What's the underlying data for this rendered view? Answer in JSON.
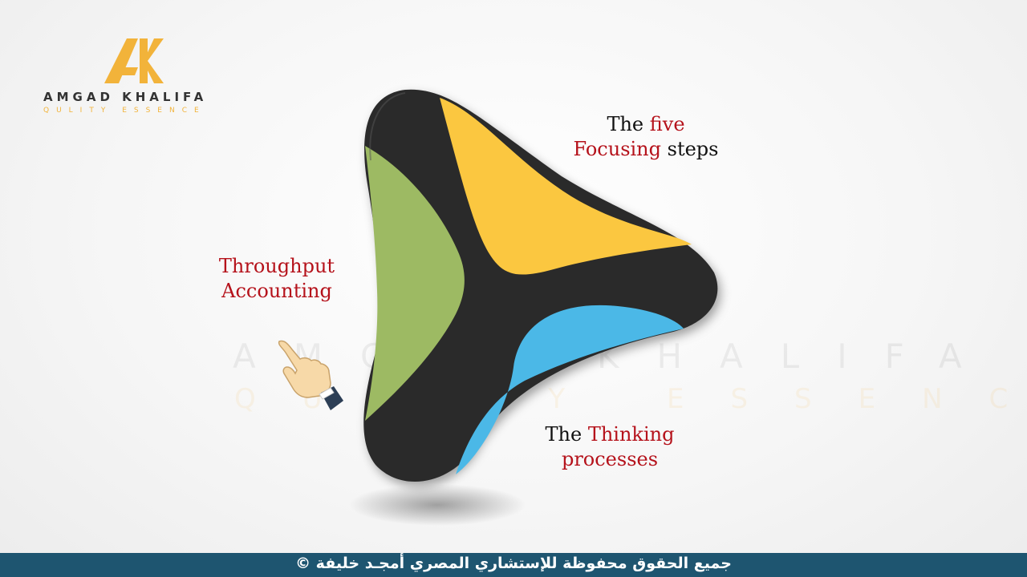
{
  "logo": {
    "name": "AMGAD KHALIFA",
    "tagline": "QULITY ESSENCE",
    "brand_color": "#f2b33a"
  },
  "watermark": {
    "line1": "AMGAD KHALIFA",
    "line2": "QULITY ESSENCE"
  },
  "diagram": {
    "segments": [
      {
        "name": "five-focusing-steps",
        "color": "#fbc740"
      },
      {
        "name": "thinking-processes",
        "color": "#4bb8e7"
      },
      {
        "name": "throughput-accounting",
        "color": "#9dba63"
      }
    ],
    "frame_color": "#2b2b2b",
    "labels": {
      "five": {
        "part1": "The ",
        "part2": "five",
        "part3": "Focusing",
        "part4": " steps"
      },
      "throughput": {
        "line1": "Throughput",
        "line2": "Accounting"
      },
      "thinking": {
        "part1": "The ",
        "part2": "Thinking",
        "line2": "processes"
      }
    },
    "accent_text_color": "#b5121b"
  },
  "footer": {
    "text": "جميع الحقوق محفوظة للإستشاري المصري أمجـد خليفة ©",
    "background": "#1e5570"
  }
}
